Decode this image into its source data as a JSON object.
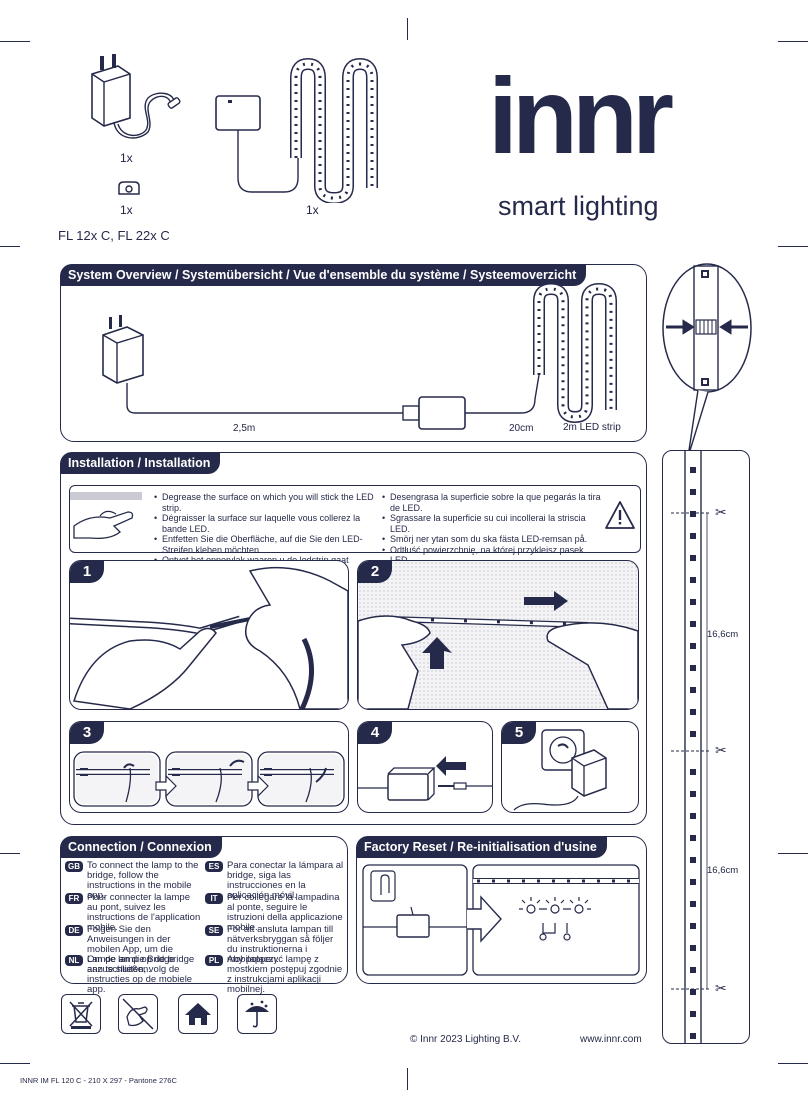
{
  "brand": {
    "logo": "innr",
    "tagline": "smart lighting"
  },
  "contents": {
    "adapter_qty": "1x",
    "clip_qty": "1x",
    "strip_qty": "1x",
    "models": "FL 12x C, FL 22x C"
  },
  "overview": {
    "title": "System Overview / Systemübersicht / Vue d'ensemble du système / Systeemoverzicht",
    "cable_length": "2,5m",
    "controller_length": "20cm",
    "strip_label": "2m LED strip"
  },
  "installation": {
    "title": "Installation / Installation",
    "col1": [
      "Degrease the surface on which you will stick the LED strip.",
      "Dégraisser la surface sur laquelle vous collerez la bande LED.",
      "Entfetten Sie die Oberfläche, auf die Sie den LED-Streifen kleben möchten.",
      "Ontvet het oppervlak waarop u de ledstrip gaat plakken."
    ],
    "col2": [
      "Desengrasa la superficie sobre la que pegarás la tira de LED.",
      "Sgrassare la superficie su cui incollerai la striscia LED.",
      "Smörj ner ytan som du ska fästa LED-remsan på.",
      "Odtłuść powierzchnię, na której przykleisz pasek LED."
    ],
    "steps": [
      "1",
      "2",
      "3",
      "4",
      "5"
    ]
  },
  "connection": {
    "title": "Connection / Connexion",
    "items": [
      {
        "code": "GB",
        "text": "To connect the lamp to the bridge, follow the instructions in the mobile app."
      },
      {
        "code": "ES",
        "text": "Para conectar la lámpara al bridge, siga las instrucciones en la aplicación móvil."
      },
      {
        "code": "FR",
        "text": "Pour connecter la lampe au pont, suivez les instructions de l'application mobile."
      },
      {
        "code": "IT",
        "text": "Per collegare la lampadina al ponte, seguire le istruzioni della applicazione mobile."
      },
      {
        "code": "DE",
        "text": "Folgen Sie den Anweisungen in der mobilen App, um die Lampe an die Bridge anzuschließen."
      },
      {
        "code": "SE",
        "text": "För att ansluta lampan till nätverksbryggan så följer du instruktionerna i mobilappen."
      },
      {
        "code": "NL",
        "text": "Om de lamp op de bridge aan te sluiten, volg de instructies op de mobiele app."
      },
      {
        "code": "PL",
        "text": "Aby połączyć lampę z mostkiem postępuj zgodnie z instrukcjami aplikacji mobilnej."
      }
    ]
  },
  "reset": {
    "title": "Factory Reset / Re-initialisation d'usine"
  },
  "strip_side": {
    "seg1": "16,6cm",
    "seg2": "16,6cm"
  },
  "footer": {
    "copyright": "© Innr 2023 Lighting B.V.",
    "website": "www.innr.com",
    "print_code": "INNR IM FL 120 C - 210 X 297 - Pantone 276C"
  },
  "colors": {
    "navy": "#262a4a",
    "light": "#f4f4f6"
  }
}
